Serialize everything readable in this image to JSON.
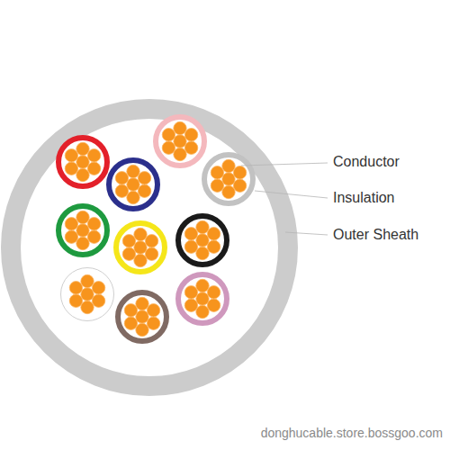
{
  "diagram": {
    "labels": [
      "Conductor",
      "Insulation",
      "Outer Sheath",
      "donghucable.store.bossgoo.com"
    ]
  }
}
